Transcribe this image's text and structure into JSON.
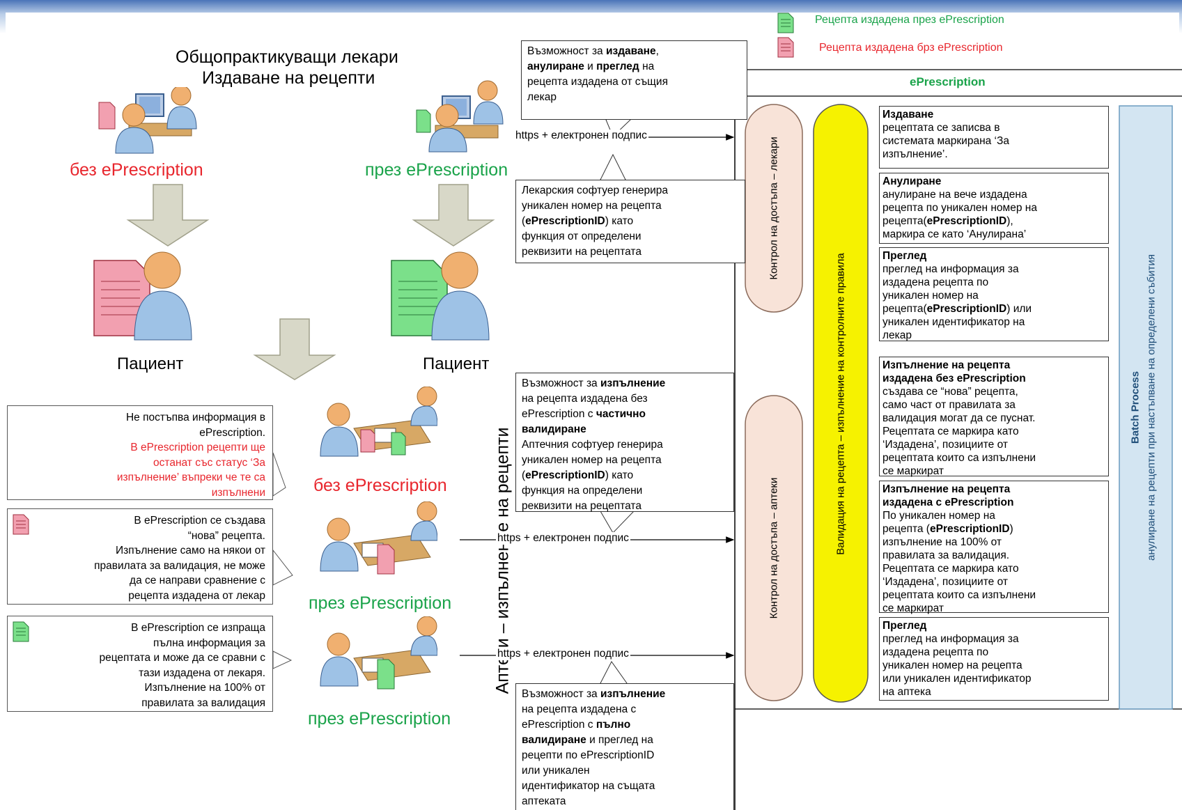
{
  "legend": {
    "green": "Рецепта издадена през ePrescription",
    "red": "Рецепта издадена брз ePrescription",
    "colors": {
      "green": "#1aa34a",
      "red": "#e8262d"
    }
  },
  "doctors": {
    "title_line1": "Общопрактикуващи лекари",
    "title_line2": "Издаване на рецепти",
    "without": "без ePrescription",
    "with": "през ePrescription",
    "patient_left": "Пациент",
    "patient_right": "Пациент"
  },
  "callout_top": {
    "p1": "Възможност за ",
    "b1": "издаване",
    "p2": ",",
    "b2": "анулиране",
    "p3": " и ",
    "b3": "преглед",
    "p4": " на",
    "p5": "рецепта издадена от същия",
    "p6": "лекар"
  },
  "callout_software": {
    "l1": "Лекарския софтуер генерира",
    "l2": "уникален номер на рецепта",
    "b": "ePrescriptionID",
    "l3a": "(",
    "l3b": ") като",
    "l4": "функция от определени",
    "l5": "реквизити на рецептата"
  },
  "connector": "https + електронен подпис",
  "epres_header": "ePrescription",
  "access_doctors": "Контрол на достъпа – лекари",
  "access_pharm": "Контрол на достъпа – аптеки",
  "validation": "Валидация на рецепта – изпълнение на контролните правила",
  "batch": {
    "title": "Batch Process",
    "sub": "анулиране на рецепти при настъпване на определени събития"
  },
  "pharmacy_vertical": "Аптеки – изпълнение на рецепти",
  "pharm_labels": {
    "without": "без ePrescription",
    "with1": "през ePrescription",
    "with2": "през ePrescription"
  },
  "left_notes": {
    "n1a": "Не постъпва информация в",
    "n1b": "ePrescription.",
    "n1c": "В ePrescription рецепти ще",
    "n1d": "останат със статус ‘За",
    "n1e": "изпълнение’ въпреки че те са",
    "n1f": "изпълнени",
    "n2a": "В ePrescription се създава",
    "n2b": "“нова” рецепта.",
    "n2c": "Изпълнение само на някои от",
    "n2d": "правилата за валидация, не може",
    "n2e": "да се направи сравнение с",
    "n2f": "рецепта издадена от лекар",
    "n3a": "В ePrescription се изпраща",
    "n3b": "пълна информация за",
    "n3c": "рецептата и може да се сравни с",
    "n3d": "тази издадена от лекаря.",
    "n3e": "Изпълнение на 100% от",
    "n3f": "правилата за валидация"
  },
  "callout_partial": {
    "a": "Възможност за ",
    "ab": "изпълнение",
    "b": "на рецепта издадена без",
    "c": "ePrescription с ",
    "cb": "частично",
    "db": "валидиране",
    "e": "Аптечния софтуер генерира",
    "f": "уникален номер на рецепта",
    "g1": "(",
    "gb": "ePrescriptionID",
    "g2": ") като",
    "h": "функция на определени",
    "i": "реквизити на рецептата"
  },
  "callout_full": {
    "a": "Възможност за ",
    "ab": "изпълнение",
    "b": "на рецепта издадена с",
    "c": "ePrescription с ",
    "cb": "пълно",
    "db": "валидиране",
    "d2": " и преглед на",
    "e": "рецепти по ePrescriptionID",
    "f": "или уникален",
    "g": "идентификатор на същата",
    "h": "аптеката"
  },
  "ops": {
    "issue_t": "Издаване",
    "issue_1": "рецептата се записва в",
    "issue_2": "системата маркирана ‘За",
    "issue_3": "изпълнение’.",
    "cancel_t": "Анулиране",
    "cancel_1": "анулиране на вече издадена",
    "cancel_2": "рецепта по уникален номер на",
    "cancel_3a": "рецепта(",
    "cancel_3b": "ePrescriptionID",
    "cancel_3c": "),",
    "cancel_4": "маркира се като ‘Анулирана’",
    "view_t": "Преглед",
    "view_1": "преглед на информация за",
    "view_2": "издадена рецепта по",
    "view_3": "уникален номер на",
    "view_4a": "рецепта(",
    "view_4b": "ePrescriptionID",
    "view_4c": ") или",
    "view_5": "уникален идентификатор на",
    "view_6": "лекар",
    "exec1_t1": "Изпълнение на рецепта",
    "exec1_t2": "издадена без ePrescription",
    "exec1_1": "създава се “нова” рецепта,",
    "exec1_2": "само част от правилата за",
    "exec1_3": "валидация могат да се пуснат.",
    "exec1_4": "Рецептата се маркира като",
    "exec1_5": "‘Издадена’, позициите от",
    "exec1_6": "рецептата които са изпълнени",
    "exec1_7": "се маркират",
    "exec2_t1": "Изпълнение на рецепта",
    "exec2_t2": "издадена с ePrescription",
    "exec2_1": "По уникален номер на",
    "exec2_2a": "рецепта (",
    "exec2_2b": "ePrescriptionID",
    "exec2_2c": ")",
    "exec2_3": "изпълнение на 100% от",
    "exec2_4": "правилата за валидация.",
    "exec2_5": "Рецептата се маркира като",
    "exec2_6": "‘Издадена’, позициите от",
    "exec2_7": "рецептата които са изпълнени",
    "exec2_8": "се маркират",
    "view2_t": "Преглед",
    "view2_1": "преглед на информация за",
    "view2_2": "издадена рецепта по",
    "view2_3": "уникален номер на рецепта",
    "view2_4": "или уникален идентификатор",
    "view2_5": "на аптека"
  }
}
